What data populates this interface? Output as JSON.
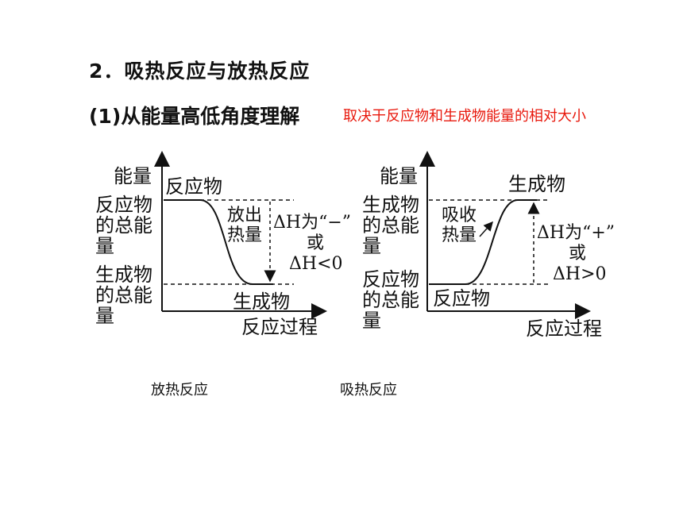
{
  "heading": "2．吸热反应与放热反应",
  "subheading": "(1)从能量高低角度理解",
  "note": "取决于反应物和生成物能量的相对大小",
  "exothermic": {
    "y_axis": "能量",
    "x_axis": "反应过程",
    "top_curve_label": "反应物",
    "bottom_curve_label": "生成物",
    "top_level_label": [
      "反应物",
      "的总能",
      "量"
    ],
    "bottom_level_label": [
      "生成物",
      "的总能",
      "量"
    ],
    "arrow_label": [
      "放出",
      "热量"
    ],
    "dh_lines": [
      "ΔH为“−”",
      "或",
      "ΔH<0"
    ],
    "caption": "放热反应"
  },
  "endothermic": {
    "y_axis": "能量",
    "x_axis": "反应过程",
    "top_curve_label": "生成物",
    "bottom_curve_label": "反应物",
    "top_level_label": [
      "生成物",
      "的总能",
      "量"
    ],
    "bottom_level_label": [
      "反应物",
      "的总能",
      "量"
    ],
    "arrow_label": [
      "吸收",
      "热量"
    ],
    "dh_lines": [
      "ΔH为“+”",
      "或",
      "ΔH>0"
    ],
    "caption": "吸热反应"
  }
}
